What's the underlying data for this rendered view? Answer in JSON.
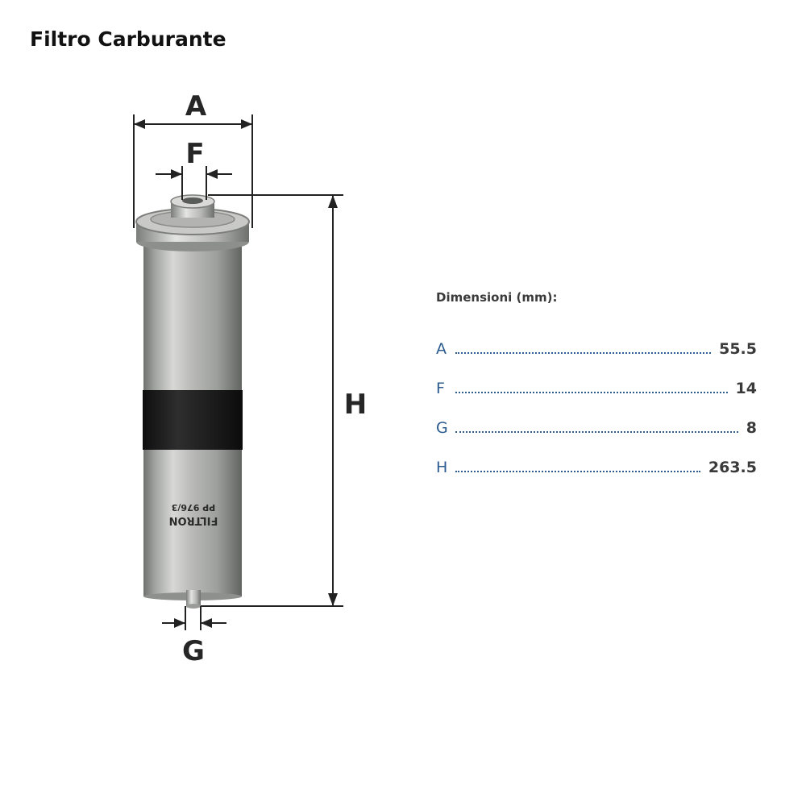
{
  "title": "Filtro Carburante",
  "product": {
    "brand_print": "FILTRON",
    "model_print": "PP 976/3"
  },
  "diagram": {
    "labels": {
      "a": "A",
      "f": "F",
      "g": "G",
      "h": "H"
    }
  },
  "dimensions": {
    "heading": "Dimensioni (mm):",
    "rows": [
      {
        "key": "A",
        "value": "55.5"
      },
      {
        "key": "F",
        "value": "14"
      },
      {
        "key": "G",
        "value": "8"
      },
      {
        "key": "H",
        "value": "263.5"
      }
    ]
  },
  "colors": {
    "key_text": "#2b5b8f",
    "value_text": "#3a3a3a",
    "canister": "#a8aaa7",
    "band": "#1b1b1b"
  }
}
